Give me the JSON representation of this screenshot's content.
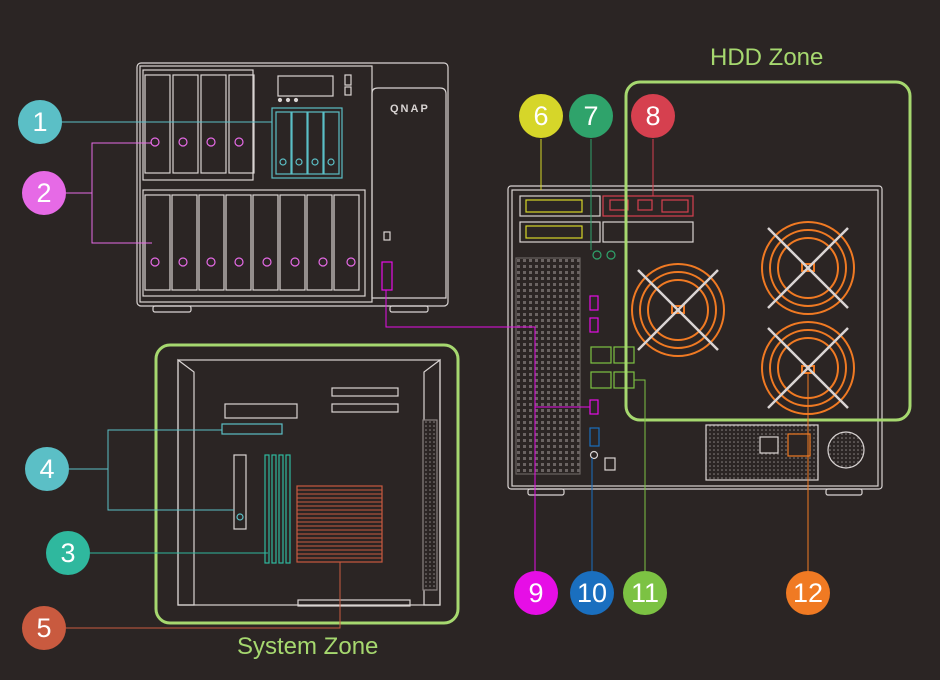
{
  "zones": {
    "hdd": {
      "label": "HDD Zone",
      "color": "#a6d86f"
    },
    "system": {
      "label": "System Zone",
      "color": "#a6d86f"
    }
  },
  "front_panel": {
    "brand_logo_text": "QNAP"
  },
  "callouts": [
    {
      "number": "1",
      "color": "#5bbfc6"
    },
    {
      "number": "2",
      "color": "#e66ae6"
    },
    {
      "number": "3",
      "color": "#2fb89e"
    },
    {
      "number": "4",
      "color": "#5bbfc6"
    },
    {
      "number": "5",
      "color": "#c95a3f"
    },
    {
      "number": "6",
      "color": "#d6d629"
    },
    {
      "number": "7",
      "color": "#2fa36b"
    },
    {
      "number": "8",
      "color": "#d6404f"
    },
    {
      "number": "9",
      "color": "#e60ee6"
    },
    {
      "number": "10",
      "color": "#1a6fbf"
    },
    {
      "number": "11",
      "color": "#7cc243"
    },
    {
      "number": "12",
      "color": "#f07a23"
    }
  ]
}
